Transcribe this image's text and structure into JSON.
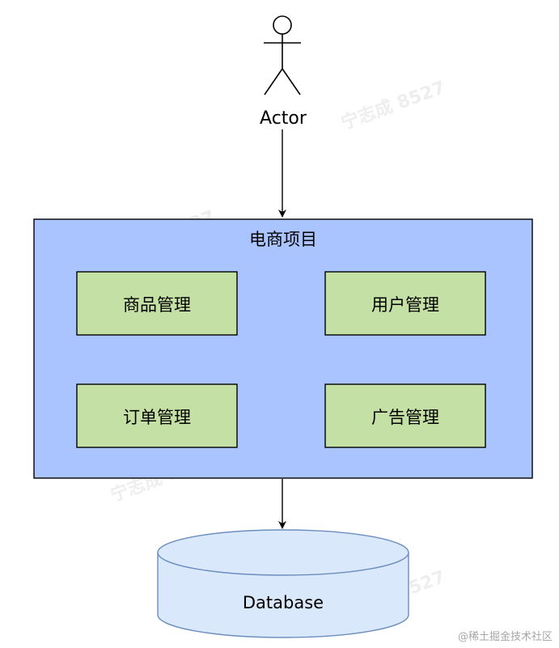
{
  "diagram": {
    "actor": {
      "label": "Actor"
    },
    "system": {
      "title": "电商项目",
      "modules": [
        {
          "label": "商品管理"
        },
        {
          "label": "用户管理"
        },
        {
          "label": "订单管理"
        },
        {
          "label": "广告管理"
        }
      ]
    },
    "database": {
      "label": "Database"
    }
  },
  "watermark": {
    "text": "宁志成 8527",
    "credit": "@稀土掘金技术社区"
  },
  "colors": {
    "system_fill": "#a9c4fe",
    "system_stroke": "#000000",
    "module_fill": "#c5e0a4",
    "module_stroke": "#000000",
    "database_fill": "#dae8fc",
    "database_stroke": "#6c8ebf",
    "arrow": "#000000",
    "watermark": "#eeeeee"
  }
}
